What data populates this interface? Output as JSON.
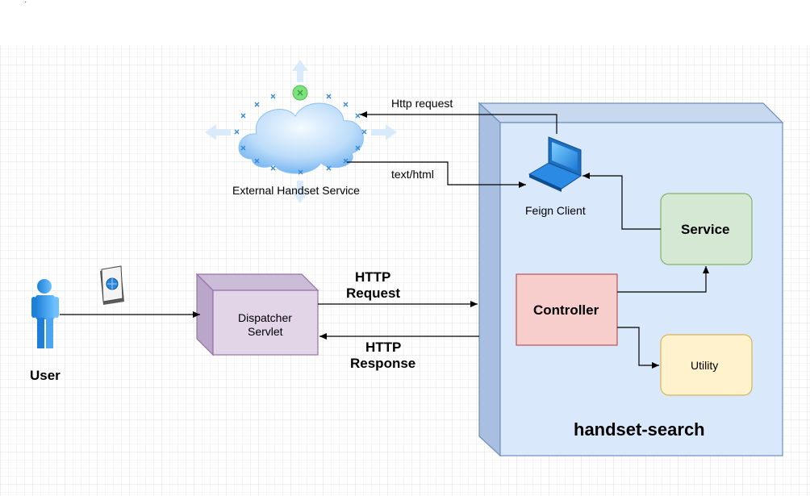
{
  "nodes": {
    "external_service": "External Handset Service",
    "feign_client": "Feign Client",
    "service": "Service",
    "controller": "Controller",
    "utility": "Utility",
    "dispatcher_line1": "Dispatcher",
    "dispatcher_line2": "Servlet",
    "user": "User",
    "handset_search": "handset-search"
  },
  "edges": {
    "http_request_small": "Http request",
    "text_html": "text/html",
    "http_request_line1": "HTTP",
    "http_request_line2": "Request",
    "http_response_line1": "HTTP",
    "http_response_line2": "Response"
  },
  "colors": {
    "grid": "#e4e4e4",
    "container_fill": "#dae8fc",
    "container_stroke": "#6c8ebf",
    "service_fill": "#d5e8d4",
    "service_stroke": "#82b366",
    "controller_fill": "#f8cecc",
    "controller_stroke": "#b85450",
    "utility_fill": "#fff2cc",
    "utility_stroke": "#d6b656",
    "dispatcher_fill": "#e1d5e7",
    "dispatcher_stroke": "#9673a6"
  }
}
